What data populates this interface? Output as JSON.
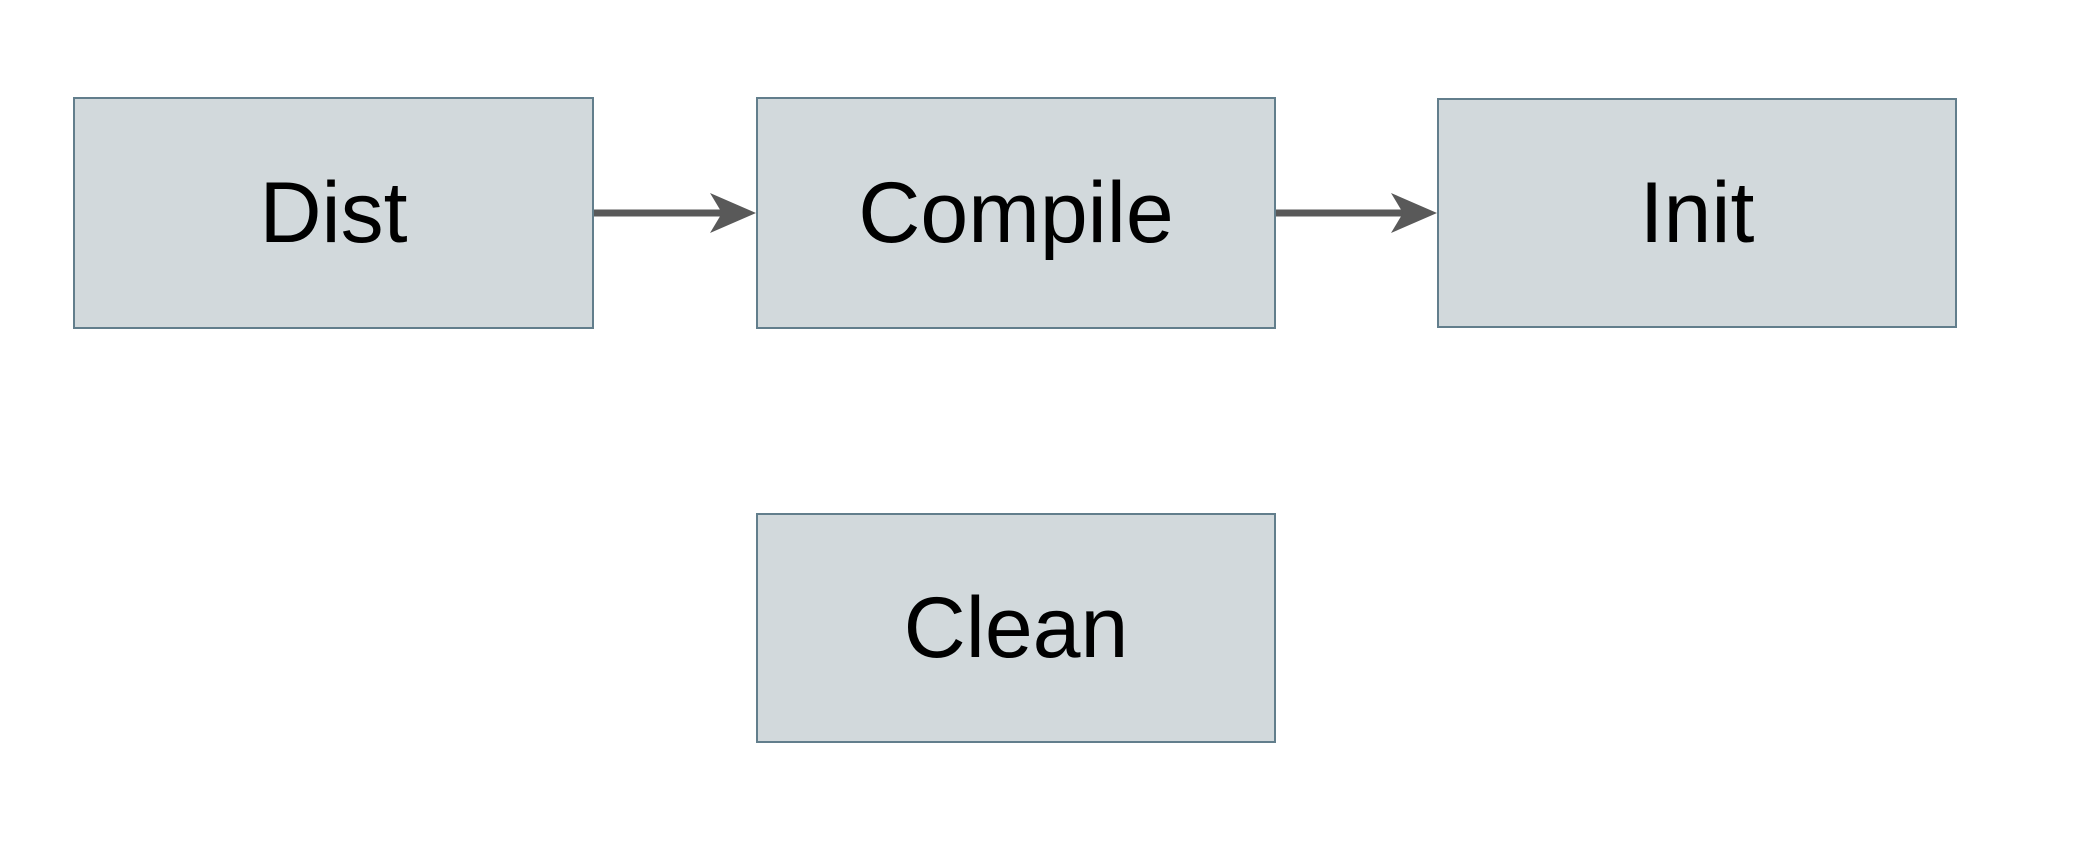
{
  "diagram": {
    "type": "flowchart",
    "nodes": [
      {
        "id": "dist",
        "label": "Dist"
      },
      {
        "id": "compile",
        "label": "Compile"
      },
      {
        "id": "init",
        "label": "Init"
      },
      {
        "id": "clean",
        "label": "Clean"
      }
    ],
    "edges": [
      {
        "from": "Dist",
        "to": "Compile",
        "style": "arrow-right"
      },
      {
        "from": "Compile",
        "to": "Init",
        "style": "arrow-right"
      }
    ],
    "colors": {
      "node_fill": "#d2d9dc",
      "node_border": "#627e8c",
      "arrow": "#595959",
      "text": "#000000",
      "background": "#ffffff"
    }
  }
}
